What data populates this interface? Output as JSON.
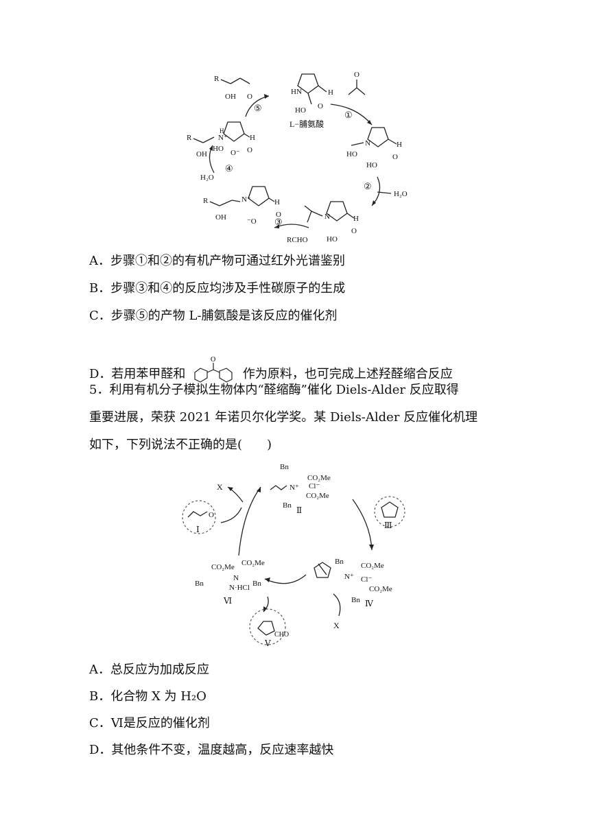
{
  "q4": {
    "figure": {
      "proline_label": "L−脯氨酸",
      "steps": [
        "①",
        "②",
        "③",
        "④",
        "⑤"
      ],
      "water": "H₂O",
      "aldehyde": "RCHO"
    },
    "options": {
      "A": "A．步骤①和②的有机产物可通过红外光谱鉴别",
      "B": "B．步骤③和④的反应均涉及手性碳原子的生成",
      "C": "C．步骤⑤的产物 L-脯氨酸是该反应的催化剂",
      "D_pre": "D．若用苯甲醛和",
      "D_post": "作为原料，也可完成上述羟醛缩合反应"
    }
  },
  "q5": {
    "stem": [
      "5．利用有机分子模拟生物体内“醛缩酶”催化 Diels-Alder 反应取得",
      "重要进展，荣获 2021 年诺贝尔化学奖。某 Diels-Alder 反应催化机理",
      "如下，下列说法不正确的是(　　)"
    ],
    "figure": {
      "labels": {
        "I": "Ⅰ",
        "II": "Ⅱ",
        "III": "Ⅲ",
        "IV": "Ⅳ",
        "V": "Ⅴ",
        "VI": "Ⅵ"
      },
      "x": "X",
      "bn": "Bn",
      "co2me": "CO₂Me",
      "cl": "Cl⁻",
      "nplus": "N⁺",
      "nhhcl": "N·HCl",
      "cho": "CHO",
      "o": "O"
    },
    "options": {
      "A": "A．总反应为加成反应",
      "B": "B．化合物 X 为 H₂O",
      "C": "C．Ⅵ是反应的催化剂",
      "D": "D．其他条件不变，温度越高，反应速率越快"
    }
  }
}
